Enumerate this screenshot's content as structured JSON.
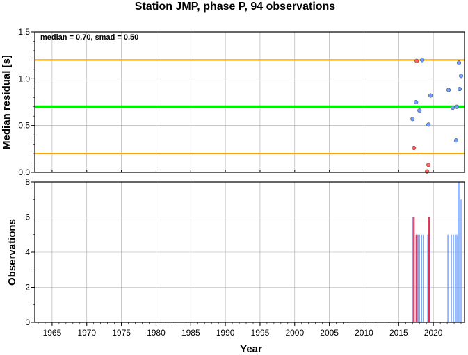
{
  "chart_data": [
    {
      "type": "scatter",
      "title": "Station JMP, phase P, 94 observations",
      "ylabel": "Median residual [s]",
      "annotation": "median = 0.70, smad = 0.50",
      "xlim": [
        1962.5,
        2024.5
      ],
      "ylim": [
        0,
        1.5
      ],
      "yticks": [
        0.0,
        0.5,
        1.0,
        1.5
      ],
      "ytick_labels": [
        "0.0",
        "0.5",
        "1.0",
        "1.5"
      ],
      "grid": true,
      "reference_lines": [
        {
          "name": "median",
          "value": 0.7,
          "color": "#00ee00"
        },
        {
          "name": "upper",
          "value": 1.2,
          "color": "#ffa500"
        },
        {
          "name": "lower",
          "value": 0.2,
          "color": "#ffa500"
        }
      ],
      "series": [
        {
          "color": "#6fa0ff",
          "points": [
            [
              2017.0,
              0.57
            ],
            [
              2017.5,
              0.75
            ],
            [
              2018.0,
              0.66
            ],
            [
              2018.4,
              1.2
            ],
            [
              2019.3,
              0.51
            ],
            [
              2019.6,
              0.82
            ],
            [
              2022.2,
              0.88
            ],
            [
              2022.8,
              0.69
            ],
            [
              2023.3,
              0.34
            ],
            [
              2023.4,
              0.7
            ],
            [
              2023.7,
              1.17
            ],
            [
              2023.8,
              0.89
            ],
            [
              2024.0,
              1.03
            ]
          ]
        },
        {
          "color": "#ff6060",
          "points": [
            [
              2017.2,
              0.26
            ],
            [
              2017.6,
              1.19
            ],
            [
              2019.3,
              0.08
            ],
            [
              2019.1,
              0.01
            ]
          ]
        }
      ]
    },
    {
      "type": "bar",
      "xlabel": "Year",
      "ylabel": "Observations",
      "xlim": [
        1962.5,
        2024.5
      ],
      "ylim": [
        0,
        8
      ],
      "xticks": [
        1965,
        1970,
        1975,
        1980,
        1985,
        1990,
        1995,
        2000,
        2005,
        2010,
        2015,
        2020
      ],
      "xtick_labels": [
        "1965",
        "1970",
        "1975",
        "1980",
        "1985",
        "1990",
        "1995",
        "2000",
        "2005",
        "2010",
        "2015",
        "2020"
      ],
      "yticks": [
        0,
        2,
        4,
        6,
        8
      ],
      "ytick_labels": [
        "0",
        "2",
        "4",
        "6",
        "8"
      ],
      "grid": true,
      "series": [
        {
          "color": "#6fa0ff",
          "bars": [
            [
              2017.0,
              6
            ],
            [
              2017.5,
              5
            ],
            [
              2017.8,
              5
            ],
            [
              2018.0,
              5
            ],
            [
              2018.3,
              5
            ],
            [
              2018.6,
              5
            ],
            [
              2019.2,
              5
            ],
            [
              2019.5,
              5
            ],
            [
              2022.1,
              5
            ],
            [
              2022.6,
              5
            ],
            [
              2022.9,
              5
            ],
            [
              2023.2,
              5
            ],
            [
              2023.4,
              5
            ],
            [
              2023.6,
              8
            ],
            [
              2023.8,
              8
            ],
            [
              2024.0,
              7
            ]
          ]
        },
        {
          "color": "#e03050",
          "bars": [
            [
              2017.2,
              6
            ],
            [
              2017.6,
              5
            ],
            [
              2019.3,
              5
            ],
            [
              2019.4,
              6
            ]
          ]
        }
      ]
    }
  ]
}
